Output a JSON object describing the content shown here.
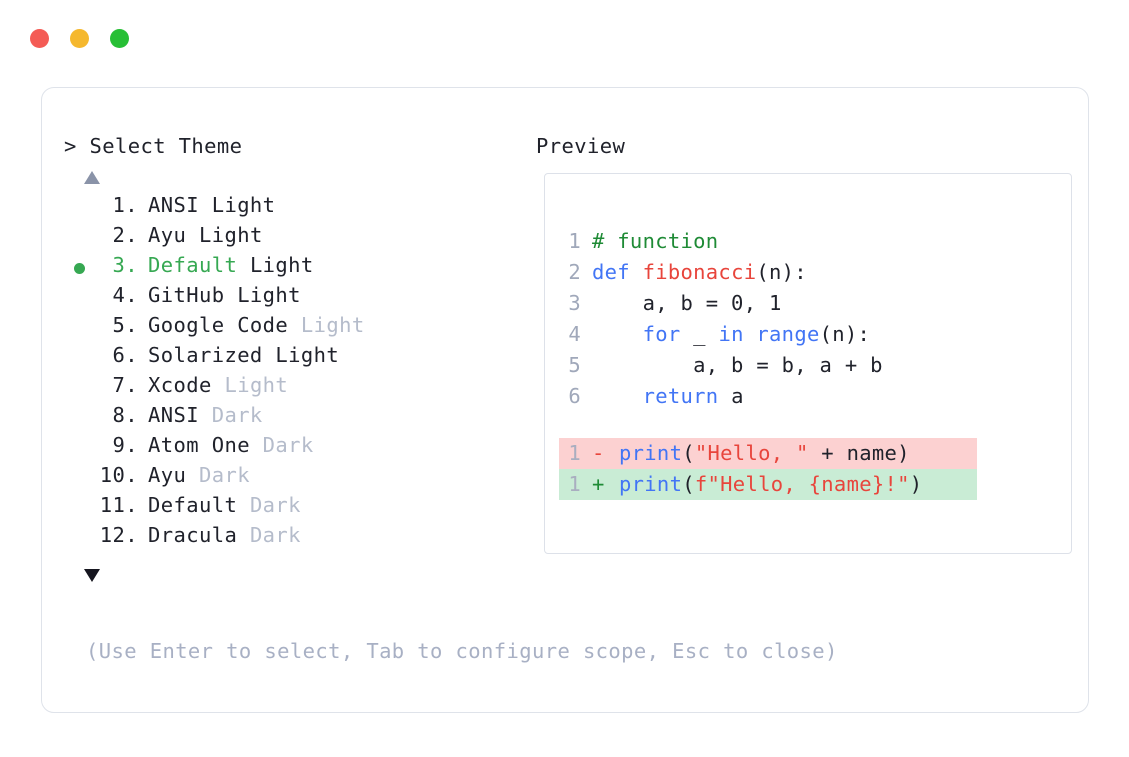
{
  "window": {
    "controls": [
      {
        "name": "close",
        "color": "#f45b55"
      },
      {
        "name": "minimize",
        "color": "#f5b82e"
      },
      {
        "name": "maximize",
        "color": "#27bf35"
      }
    ]
  },
  "prompt": {
    "title": "> Select Theme",
    "scroll_up_icon": "triangle-up-icon",
    "scroll_down_icon": "triangle-down-icon",
    "selected_index": 3,
    "selected_bullet_color": "#36a852",
    "items": [
      {
        "number": "1.",
        "name": "ANSI",
        "variant": " Light",
        "muted": false,
        "selected": false
      },
      {
        "number": "2.",
        "name": "Ayu",
        "variant": " Light",
        "muted": false,
        "selected": false
      },
      {
        "number": "3.",
        "name": "Default",
        "variant": " Light",
        "muted": false,
        "selected": true
      },
      {
        "number": "4.",
        "name": "GitHub",
        "variant": " Light",
        "muted": false,
        "selected": false
      },
      {
        "number": "5.",
        "name": "Google Code",
        "variant": " Light",
        "muted": true,
        "selected": false
      },
      {
        "number": "6.",
        "name": "Solarized",
        "variant": " Light",
        "muted": false,
        "selected": false
      },
      {
        "number": "7.",
        "name": "Xcode",
        "variant": " Light",
        "muted": true,
        "selected": false
      },
      {
        "number": "8.",
        "name": "ANSI",
        "variant": " Dark",
        "muted": true,
        "selected": false
      },
      {
        "number": "9.",
        "name": "Atom One",
        "variant": " Dark",
        "muted": true,
        "selected": false
      },
      {
        "number": "10.",
        "name": "Ayu",
        "variant": " Dark",
        "muted": true,
        "selected": false
      },
      {
        "number": "11.",
        "name": "Default",
        "variant": " Dark",
        "muted": true,
        "selected": false
      },
      {
        "number": "12.",
        "name": "Dracula",
        "variant": " Dark",
        "muted": true,
        "selected": false
      }
    ],
    "hint": "(Use Enter to select, Tab to configure scope, Esc to close)"
  },
  "preview": {
    "title": "Preview",
    "code_lines": [
      {
        "n": "1",
        "tokens": [
          {
            "t": "# function",
            "c": "comment"
          }
        ]
      },
      {
        "n": "2",
        "tokens": [
          {
            "t": "def ",
            "c": "kw"
          },
          {
            "t": "fibonacci",
            "c": "fn"
          },
          {
            "t": "(n):",
            "c": "plain"
          }
        ]
      },
      {
        "n": "3",
        "tokens": [
          {
            "t": "    a, b = 0, 1",
            "c": "plain"
          }
        ]
      },
      {
        "n": "4",
        "tokens": [
          {
            "t": "    ",
            "c": "plain"
          },
          {
            "t": "for ",
            "c": "kw"
          },
          {
            "t": "_ ",
            "c": "plain"
          },
          {
            "t": "in ",
            "c": "kw"
          },
          {
            "t": "range",
            "c": "fncall"
          },
          {
            "t": "(n):",
            "c": "plain"
          }
        ]
      },
      {
        "n": "5",
        "tokens": [
          {
            "t": "        a, b = b, a + b",
            "c": "plain"
          }
        ]
      },
      {
        "n": "6",
        "tokens": [
          {
            "t": "    ",
            "c": "plain"
          },
          {
            "t": "return ",
            "c": "kw"
          },
          {
            "t": "a",
            "c": "plain"
          }
        ]
      }
    ],
    "diff_lines": [
      {
        "n": "1",
        "mark": "-",
        "kind": "del",
        "tokens": [
          {
            "t": "print",
            "c": "fncall"
          },
          {
            "t": "(",
            "c": "plain"
          },
          {
            "t": "\"Hello, \"",
            "c": "str"
          },
          {
            "t": " + name)",
            "c": "plain"
          }
        ]
      },
      {
        "n": "1",
        "mark": "+",
        "kind": "add",
        "tokens": [
          {
            "t": "print",
            "c": "fncall"
          },
          {
            "t": "(",
            "c": "plain"
          },
          {
            "t": "f\"Hello, {name}!\"",
            "c": "str"
          },
          {
            "t": ")",
            "c": "plain"
          }
        ]
      }
    ],
    "colors": {
      "comment": "#1f8b36",
      "keyword": "#4275f5",
      "function": "#e8453c",
      "string": "#e8453c",
      "plain": "#20222b",
      "diff_del_bg": "#fcd1d1",
      "diff_add_bg": "#c9ecd5"
    }
  }
}
